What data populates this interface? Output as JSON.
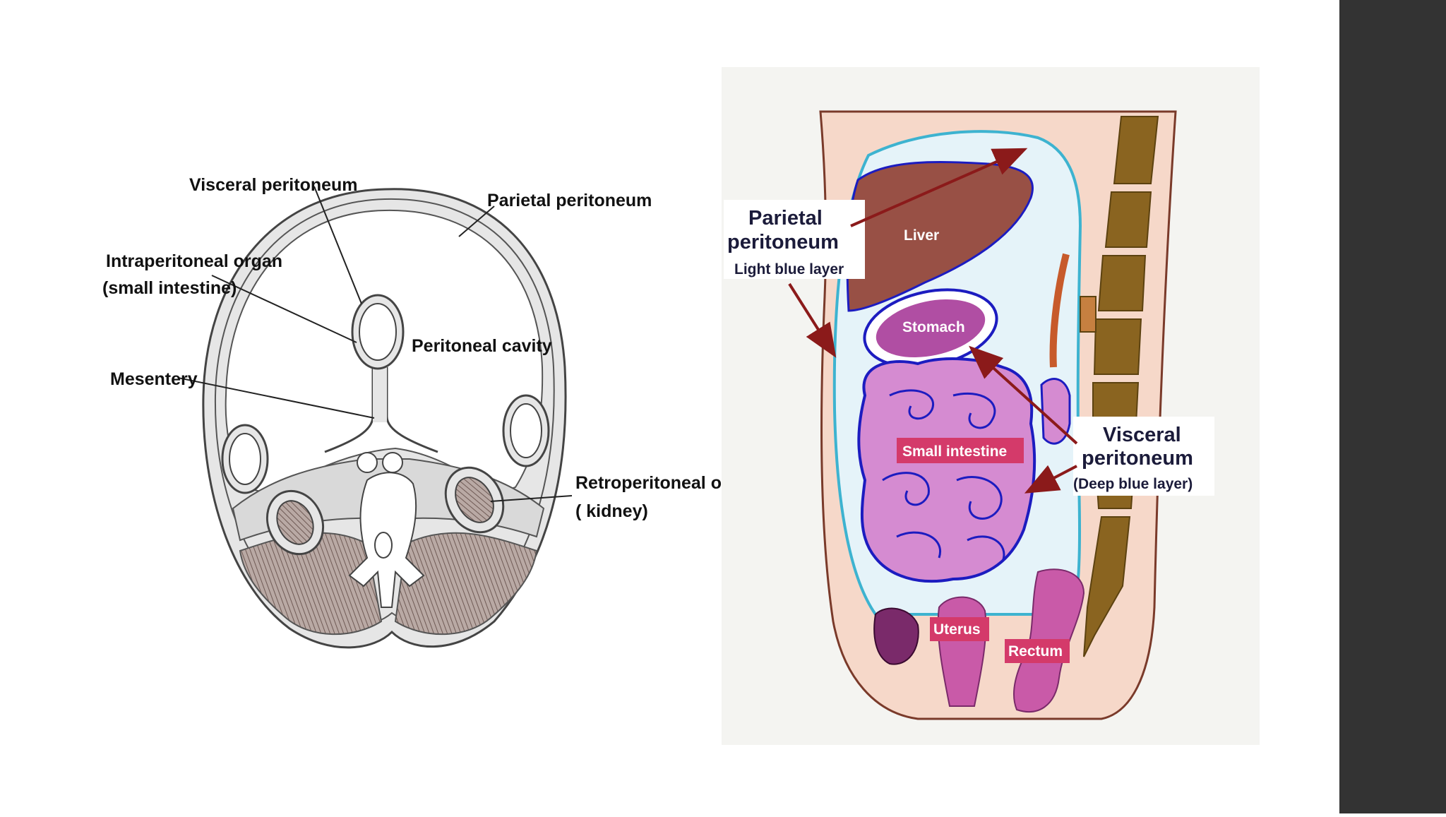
{
  "colors": {
    "background": "#ffffff",
    "sidebar": "#333333",
    "right_panel_bg": "#f4f4f1",
    "skin": "#f6d8c9",
    "cavity": "#e5f3f9",
    "light_blue_layer": "#3db3d0",
    "deep_blue_layer": "#1c1cc0",
    "liver": "#985045",
    "intestine": "#d58bd1",
    "arrow": "#8b1a1a",
    "spine": "#8a6420"
  },
  "left_diagram": {
    "labels": {
      "visceral_peritoneum": "Visceral peritoneum",
      "parietal_peritoneum": "Parietal peritoneum",
      "intraperitoneal_organ_line1": "Intraperitoneal organ",
      "intraperitoneal_organ_line2": "(small intestine)",
      "peritoneal_cavity": "Peritoneal cavity",
      "mesentery": "Mesentery",
      "retroperitoneal_organ_line1": "Retroperitoneal organ",
      "retroperitoneal_organ_line2": "( kidney)"
    }
  },
  "right_diagram": {
    "labels": {
      "parietal_line1": "Parietal",
      "parietal_line2": "peritoneum",
      "parietal_sub": "Light blue layer",
      "visceral_line1": "Visceral",
      "visceral_line2": "peritoneum",
      "visceral_sub": "(Deep blue layer)"
    },
    "organs": {
      "liver": "Liver",
      "stomach": "Stomach",
      "small_intestine": "Small intestine",
      "uterus": "Uterus",
      "rectum": "Rectum"
    }
  }
}
